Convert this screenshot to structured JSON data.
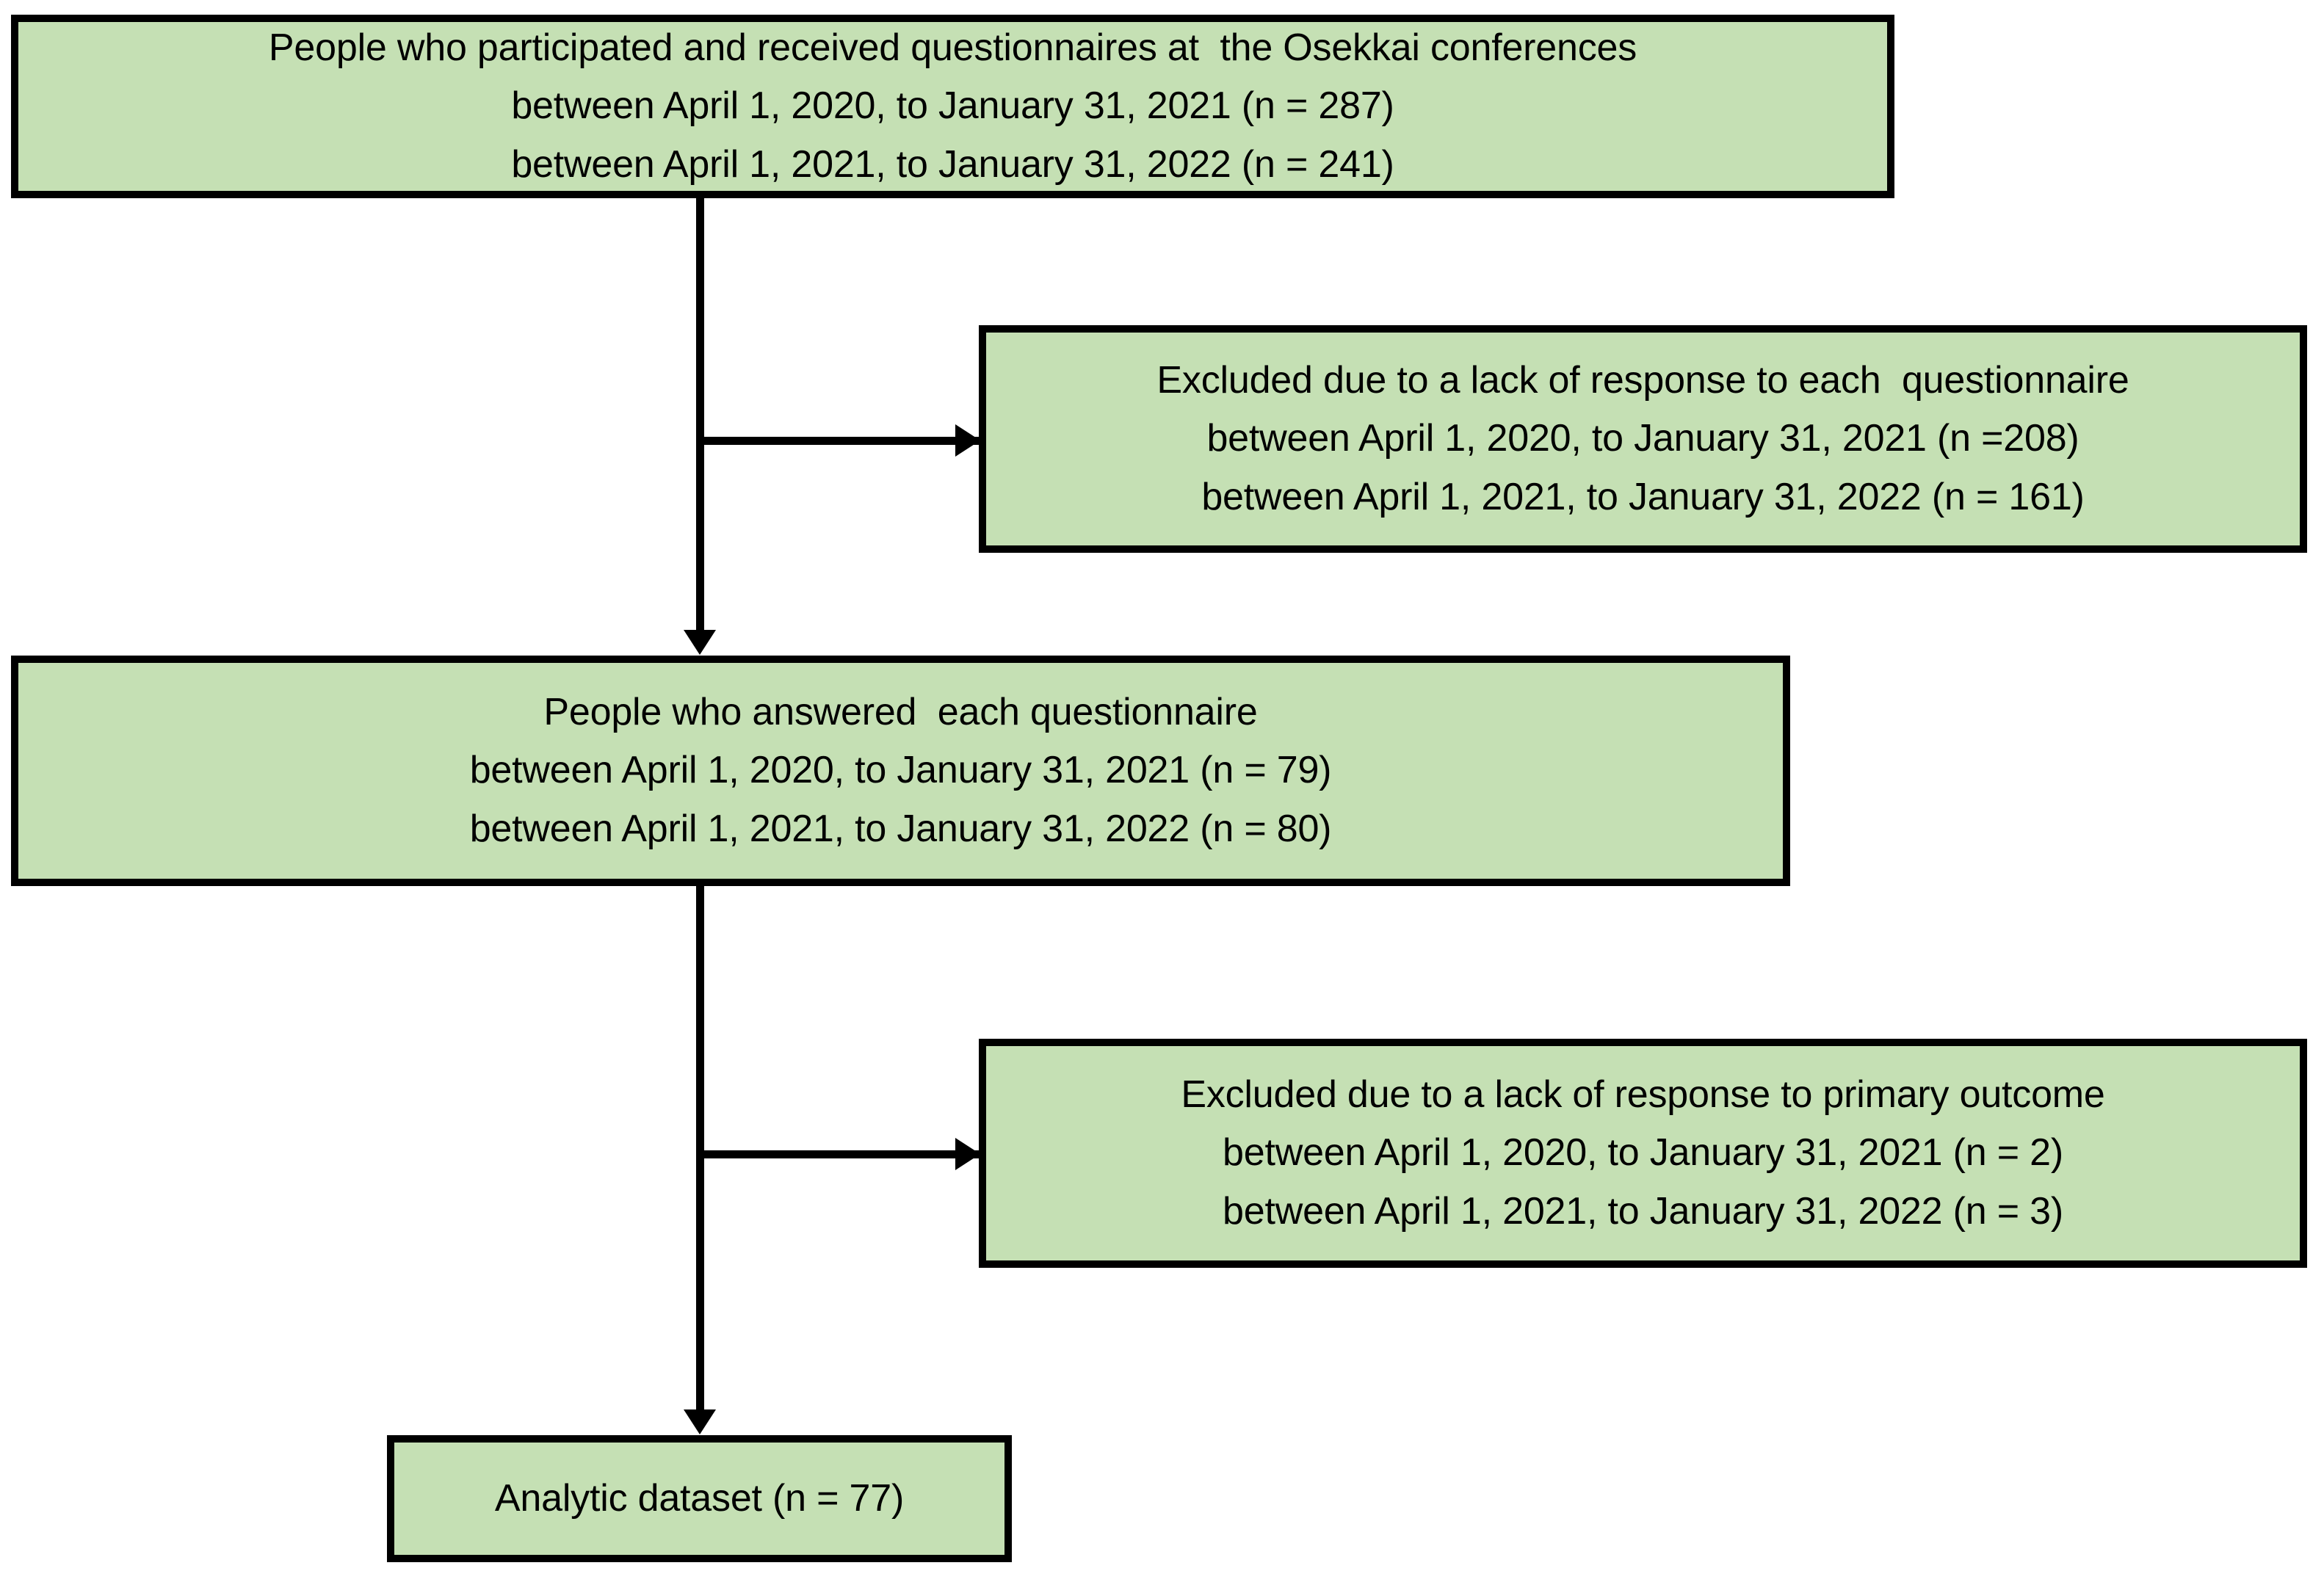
{
  "diagram": {
    "title": "Study participant flow diagram",
    "fill_color": "#C5E0B4",
    "border_color": "#000000",
    "background_color": "#FFFFFF",
    "nodes": {
      "enrolled": {
        "lines": [
          "People who participated and received questionnaires at  the Osekkai conferences",
          "between April 1, 2020, to January 31, 2021 (n = 287)",
          "between April 1, 2021, to January 31, 2022 (n = 241)"
        ]
      },
      "excluded_1": {
        "lines": [
          "Excluded due to a lack of response to each  questionnaire",
          "between April 1, 2020, to January 31, 2021 (n =208)",
          "between April 1, 2021, to January 31, 2022 (n = 161)"
        ]
      },
      "answered": {
        "lines": [
          "People who answered  each questionnaire",
          "between April 1, 2020, to January 31, 2021 (n = 79)",
          "between April 1, 2021, to January 31, 2022 (n = 80)"
        ]
      },
      "excluded_2": {
        "lines": [
          "Excluded due to a lack of response to primary outcome",
          "between April 1, 2020, to January 31, 2021 (n = 2)",
          "between April 1, 2021, to January 31, 2022 (n = 3)"
        ]
      },
      "analytic": {
        "lines": [
          "Analytic dataset (n = 77)"
        ]
      }
    },
    "connectors": [
      {
        "name": "enrolled-to-answered",
        "kind": "arrow-down"
      },
      {
        "name": "enrolled-to-excluded-1",
        "kind": "arrow-right"
      },
      {
        "name": "answered-to-analytic",
        "kind": "arrow-down"
      },
      {
        "name": "answered-to-excluded-2",
        "kind": "arrow-right"
      }
    ]
  }
}
